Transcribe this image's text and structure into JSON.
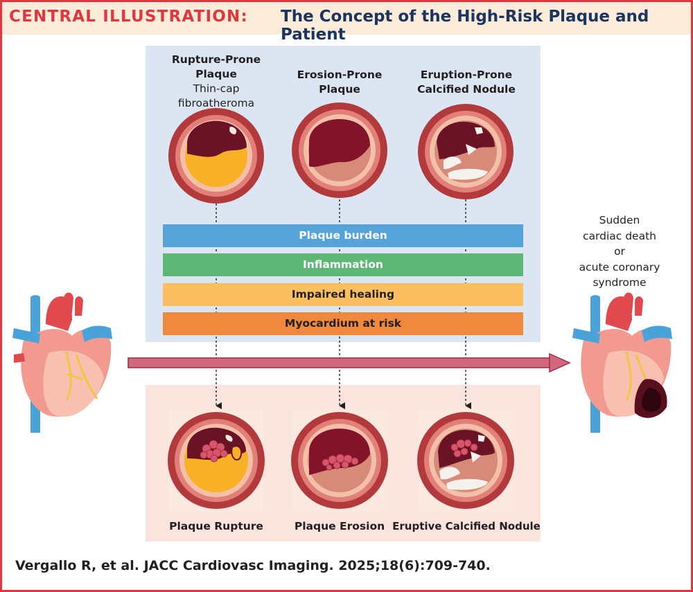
{
  "header": {
    "label": "CENTRAL ILLUSTRATION:",
    "title": "The Concept of the High-Risk Plaque and Patient"
  },
  "plaque_types": [
    {
      "title": "Rupture-Prone Plaque",
      "subtitle": "Thin-cap fibroatheroma"
    },
    {
      "title": "Erosion-Prone Plaque",
      "subtitle": ""
    },
    {
      "title": "Eruption-Prone Calcified Nodule",
      "subtitle": ""
    }
  ],
  "factors": [
    {
      "label": "Plaque burden",
      "color": "#55a3d9",
      "text_color": "#ffffff"
    },
    {
      "label": "Inflammation",
      "color": "#5cb874",
      "text_color": "#ffffff"
    },
    {
      "label": "Impaired healing",
      "color": "#fbbf60",
      "text_color": "#231f20"
    },
    {
      "label": "Myocardium at risk",
      "color": "#f0893e",
      "text_color": "#231f20"
    }
  ],
  "outcome": {
    "lines": [
      "Sudden",
      "cardiac death",
      "or",
      "acute coronary",
      "syndrome"
    ]
  },
  "events": [
    "Plaque Rupture",
    "Plaque Erosion",
    "Eruptive Calcified Nodule"
  ],
  "citation": "Vergallo R, et al. JACC Cardiovasc Imaging. 2025;18(6):709-740.",
  "colors": {
    "border": "#e0373f",
    "header_bg": "#fbebd9",
    "title": "#1c3560",
    "top_panel": "#dce6f3",
    "bottom_panel": "#fbe4dd",
    "arrow": "#c4475f"
  }
}
